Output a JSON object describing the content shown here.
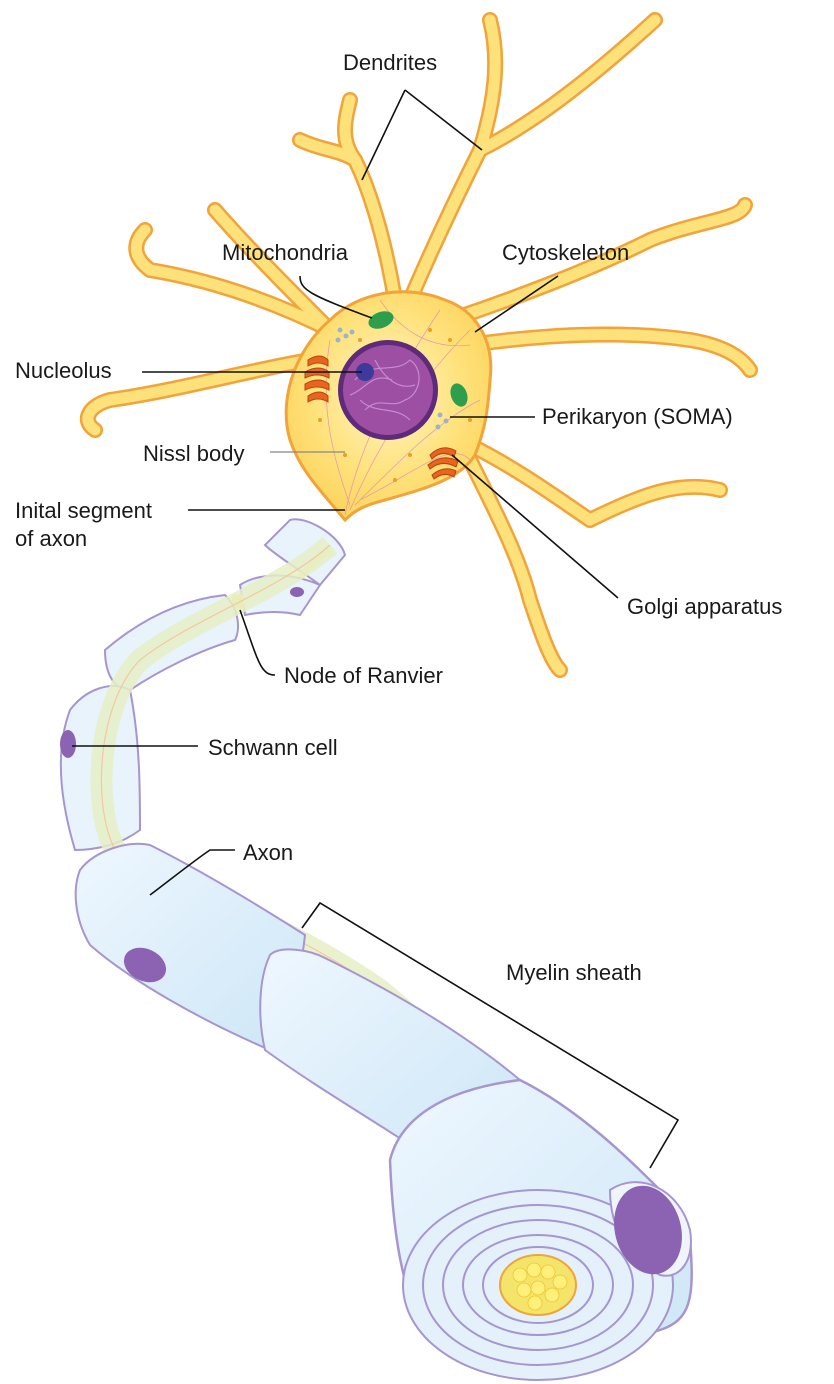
{
  "labels": {
    "dendrites": "Dendrites",
    "mitochondria": "Mitochondria",
    "cytoskeleton": "Cytoskeleton",
    "nucleolus": "Nucleolus",
    "perikaryon": "Perikaryon (SOMA)",
    "nissl_body": "Nissl body",
    "initial_segment_line1": "Inital segment",
    "initial_segment_line2": "of axon",
    "golgi": "Golgi apparatus",
    "node_of_ranvier": "Node of Ranvier",
    "schwann_cell": "Schwann cell",
    "axon": "Axon",
    "myelin_sheath": "Myelin sheath"
  },
  "colors": {
    "soma_fill": "#fde17a",
    "soma_outline": "#f2a33a",
    "soma_glow": "#fff7d0",
    "nucleus": "#9c4fa3",
    "nucleus_outline": "#5e2a7a",
    "nucleolus": "#3c3a9a",
    "mitochondria": "#2e9e4c",
    "golgi": "#e8641f",
    "myelin_fill": "#dcefff",
    "myelin_outline": "#9d8bcc",
    "schwann_nucleus": "#8b63b2",
    "axon_core": "#e6eec5",
    "axon_bundle": "#f4e46a"
  }
}
